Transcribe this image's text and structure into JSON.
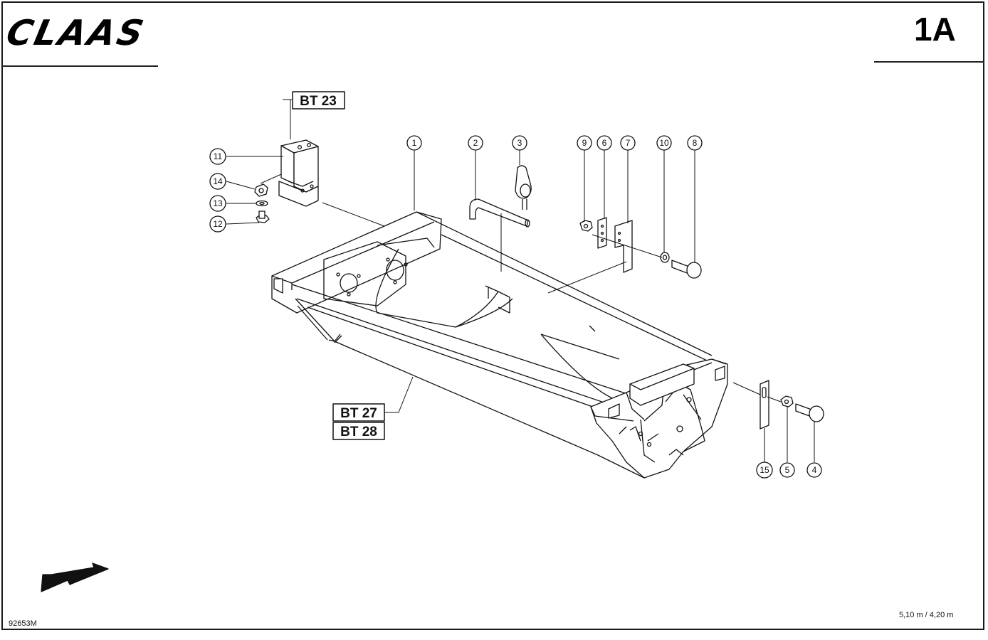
{
  "header": {
    "logo_text": "CLAAS",
    "sheet_number": "1A"
  },
  "footer": {
    "drawing_number": "92653M",
    "spec": "5,10 m / 4,20 m"
  },
  "references": {
    "bt23": "BT 23",
    "bt27": "BT 27",
    "bt28": "BT 28"
  },
  "callouts": {
    "c1": "1",
    "c2": "2",
    "c3": "3",
    "c4": "4",
    "c5": "5",
    "c6": "6",
    "c7": "7",
    "c8": "8",
    "c9": "9",
    "c10": "10",
    "c11": "11",
    "c12": "12",
    "c13": "13",
    "c14": "14",
    "c15": "15"
  },
  "icons": {
    "direction_arrow": "direction-arrow-icon"
  }
}
